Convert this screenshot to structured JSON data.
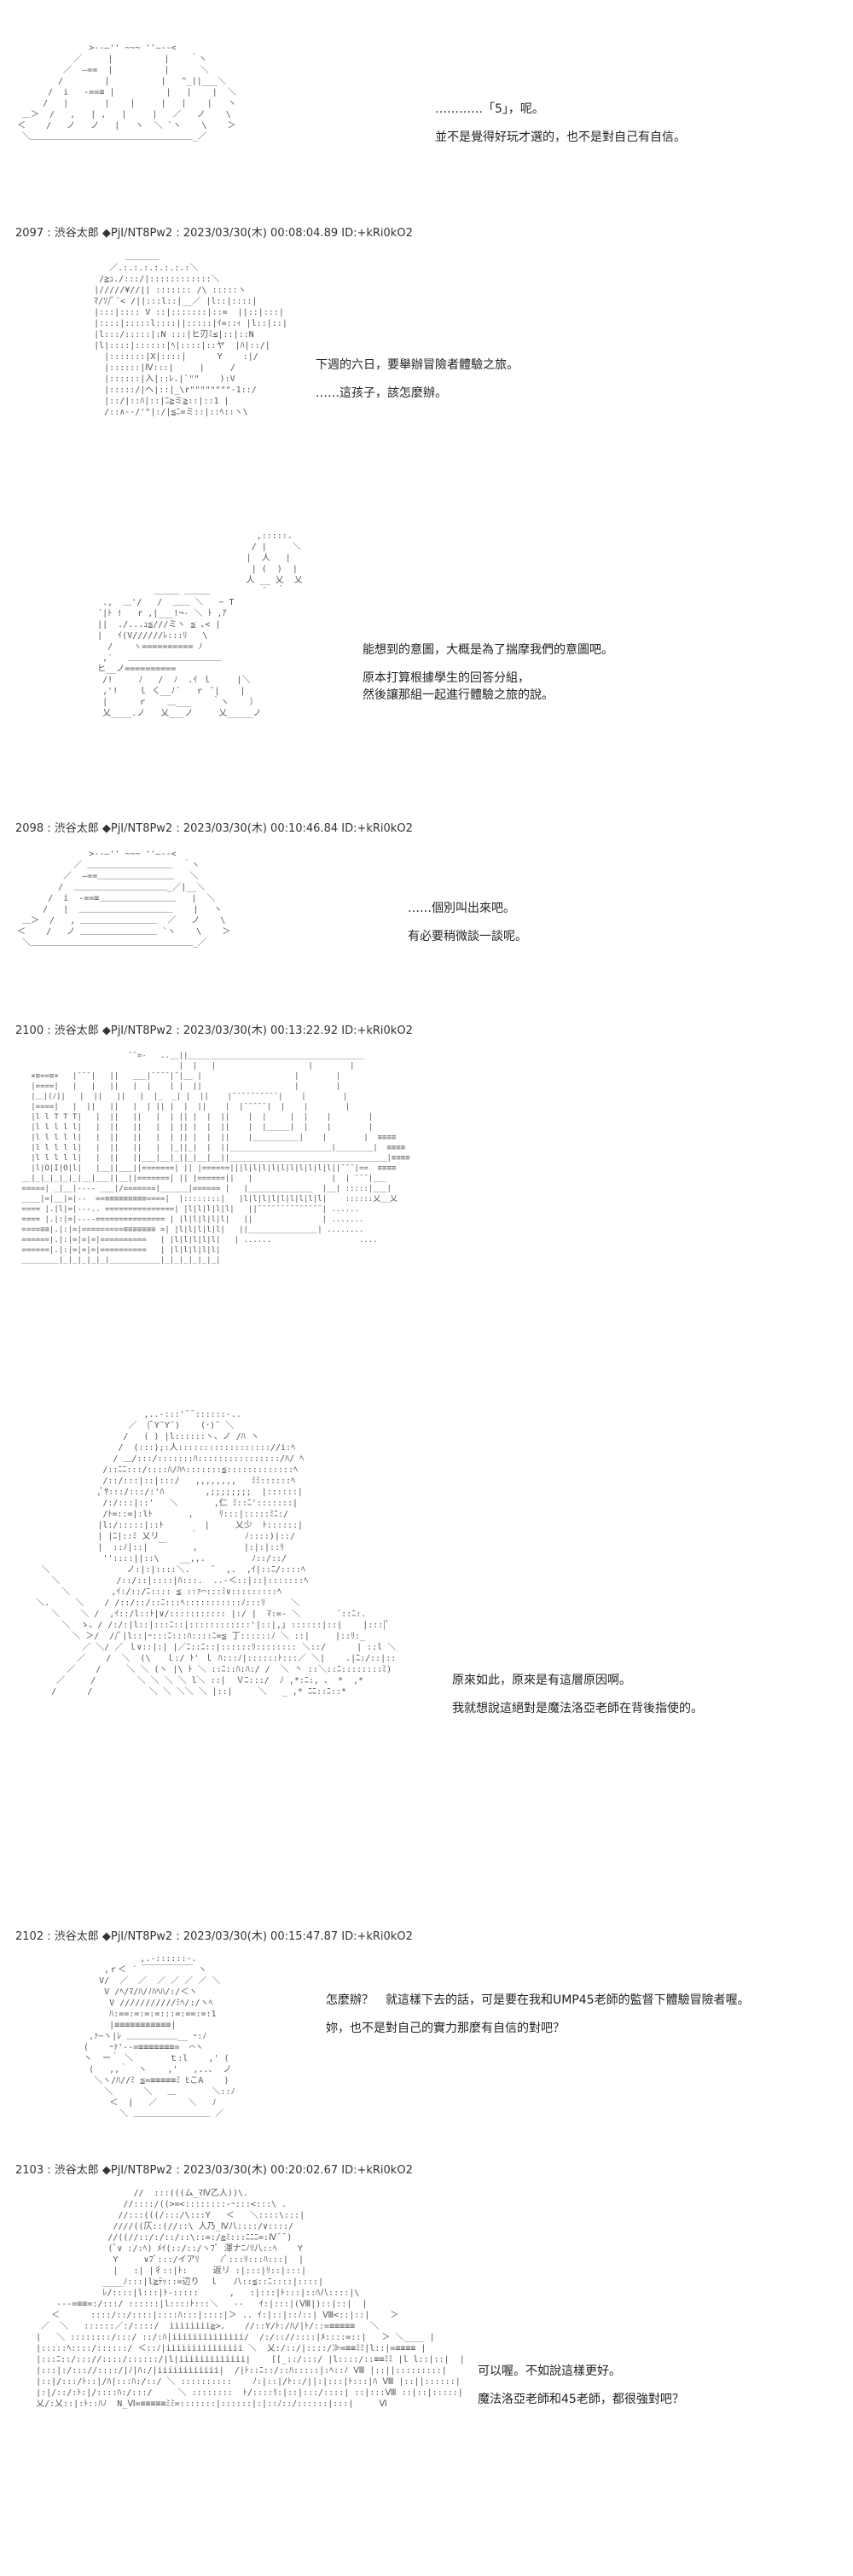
{
  "posts": [
    {
      "header": "",
      "lines": [
        "…………「5」，呢。",
        "並不是覺得好玩才選的，也不是對自己有自信。"
      ]
    },
    {
      "header": "2097 : 渋谷太郎 ◆PjI/NT8Pw2 : 2023/03/30(木) 00:08:04.89 ID:+kRi0kO2",
      "lines": [
        "下週的六日，要舉辦冒險者體驗之旅。",
        "……這孩子，該怎麼辦。"
      ]
    },
    {
      "header": "",
      "lines": [
        "能想到的意圖，大概是為了揣摩我們的意圖吧。",
        "原本打算根據學生的回答分組，",
        "然後讓那組一起進行體驗之旅的說。"
      ]
    },
    {
      "header": "2098 : 渋谷太郎 ◆PjI/NT8Pw2 : 2023/03/30(木) 00:10:46.84 ID:+kRi0kO2",
      "lines": [
        "……個別叫出來吧。",
        "有必要稍微談一談呢。"
      ]
    },
    {
      "header": "2100 : 渋谷太郎 ◆PjI/NT8Pw2 : 2023/03/30(木) 00:13:22.92 ID:+kRi0kO2",
      "lines": []
    },
    {
      "header": "",
      "lines": [
        "原來如此，原來是有這層原因啊。",
        "我就想說這絕對是魔法洛亞老師在背後指使的。"
      ]
    },
    {
      "header": "2102 : 渋谷太郎 ◆PjI/NT8Pw2 : 2023/03/30(木) 00:15:47.87 ID:+kRi0kO2",
      "lines": [
        "怎麼辦？　就這樣下去的話，可是要在我和UMP45老師的監督下體驗冒險者喔。",
        "妳，也不是對自己的實力那麼有自信的對吧？"
      ]
    },
    {
      "header": "2103 : 渋谷太郎 ◆PjI/NT8Pw2 : 2023/03/30(木) 00:20:02.67 ID:+kRi0kO2",
      "lines": [
        "可以喔。不如說這樣更好。",
        "魔法洛亞老師和45老師，都很強對吧？"
      ]
    }
  ]
}
